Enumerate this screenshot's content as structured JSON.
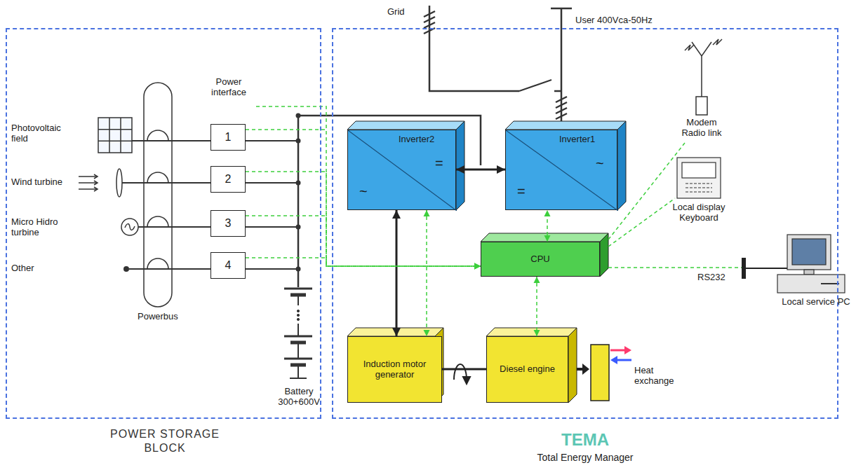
{
  "diagram": {
    "nodes": [
      {
        "text": [
          "POWER STORAGE BLOCK"
        ]
      },
      {
        "text": [
          "TEMA",
          "Total Energy Manager"
        ]
      },
      {
        "text": [
          "1"
        ],
        "in": 0
      },
      {
        "text": [
          "2"
        ],
        "in": 0
      },
      {
        "text": [
          "3"
        ],
        "in": 0
      },
      {
        "text": [
          "4"
        ],
        "in": 0
      },
      {
        "text": [
          "Inverter2",
          "=",
          "~"
        ],
        "in": 1
      },
      {
        "text": [
          "Inverter1",
          "~",
          "="
        ],
        "in": 1
      },
      {
        "text": [
          "CPU"
        ],
        "in": 1
      },
      {
        "text": [
          "Induction motor generator"
        ],
        "in": 1
      },
      {
        "text": [
          "Diesel engine"
        ],
        "in": 1
      }
    ],
    "edges": [
      {
        "from": 6,
        "to": 7,
        "arrow": "both"
      },
      {
        "from": 6,
        "to": 9,
        "arrow": "both"
      },
      {
        "from": 9,
        "to": 10,
        "arrow": "none"
      },
      {
        "from": 8,
        "to": 7,
        "arrow": "both"
      },
      {
        "from": 8,
        "to": 10,
        "arrow": "both"
      },
      {
        "from": 6,
        "to": 9,
        "arrow": "both"
      },
      {
        "from": 2,
        "to": 8,
        "arrow": "to"
      },
      {
        "from": 3,
        "to": 8,
        "arrow": "to"
      },
      {
        "from": 4,
        "to": 8,
        "arrow": "to"
      },
      {
        "from": 5,
        "to": 8,
        "arrow": "to"
      }
    ],
    "labels": [
      "Grid",
      "User 400Vca-50Hz",
      "Power interface",
      "Photovoltaic field",
      "Wind turbine",
      "Micro Hidro turbine",
      "Other",
      "Powerbus",
      "Battery 300+600V",
      "Modem Radio link",
      "Local display Keyboard",
      "RS232",
      "Local service PC",
      "Heat exchange"
    ]
  }
}
